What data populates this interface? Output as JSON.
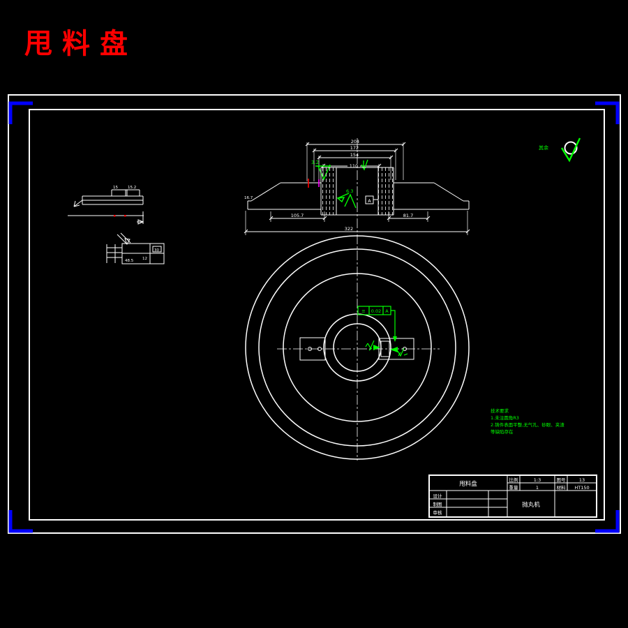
{
  "window": {
    "title": "甩料盘"
  },
  "colors": {
    "background": "#000000",
    "line": "#ffffff",
    "title_red": "#ff0000",
    "annotation_green": "#00ff00",
    "corner_blue": "#0000ff",
    "tick_magenta": "#ff00ff"
  },
  "surface_mark": {
    "label": "其余"
  },
  "section": {
    "dim_204": "204",
    "dim_172": "172",
    "dim_154": "154",
    "dim_110": "110",
    "rough_32": "3.2",
    "rough_63": "6.3",
    "datum": "A",
    "dim_167": "16.7",
    "dim_1057": "105.7",
    "dim_817": "81.7",
    "dim_overall": "322"
  },
  "front": {
    "fcf_symbol": "≡",
    "fcf_value": "0.02",
    "fcf_datum": "A"
  },
  "notes": {
    "l1": "技术要求",
    "l2": "1.未注圆角R3",
    "l3": "2.铸件表面平整,无气孔、砂眼、夹渣",
    "l4": "等缺陷存在"
  },
  "detail_a": {
    "dim1": "15",
    "dim2": "15.2"
  },
  "detail_b": {
    "dim1": "30",
    "dim2": "12",
    "dim3": "48.5"
  },
  "title_block": {
    "part_name": "甩料盘",
    "scale_label": "比例",
    "scale_value": "1:3",
    "sheet_label": "图号",
    "sheet_value": "13",
    "weight_label": "重量",
    "weight_value": "1",
    "material_label": "材料",
    "material_value": "HT150",
    "designer_label": "设计",
    "drafter_label": "制图",
    "checker_label": "审核",
    "project_name": "抛丸机"
  }
}
